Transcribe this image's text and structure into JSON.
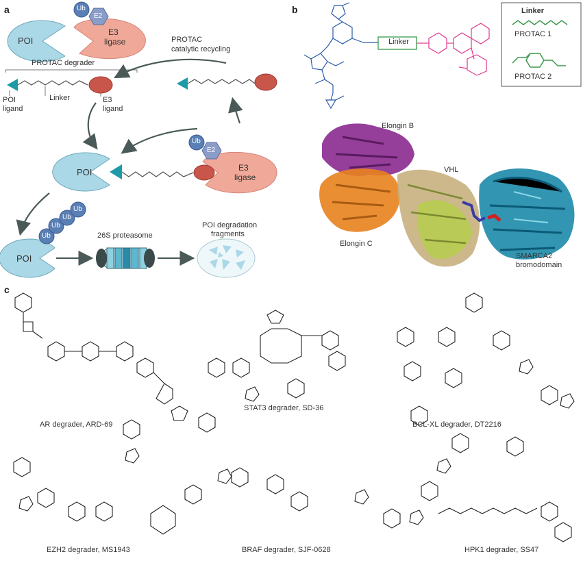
{
  "panels": {
    "a": "a",
    "b": "b",
    "c": "c"
  },
  "panel_a": {
    "ub": "Ub",
    "e2": "E2",
    "poi": "POI",
    "e3_line1": "E3",
    "e3_line2": "ligase",
    "degrader_title": "PROTAC degrader",
    "recycling_line1": "PROTAC",
    "recycling_line2": "catalytic recycling",
    "poi_ligand_line1": "POI",
    "poi_ligand_line2": "ligand",
    "linker": "Linker",
    "e3_ligand_line1": "E3",
    "e3_ligand_line2": "ligand",
    "proteasome": "26S proteasome",
    "fragments_line1": "POI degradation",
    "fragments_line2": "fragments"
  },
  "panel_b": {
    "linker_box": "Linker",
    "linker_title": "Linker",
    "protac1": "PROTAC 1",
    "protac2": "PROTAC 2",
    "elongin_b": "Elongin B",
    "vhl": "VHL",
    "elongin_c": "Elongin C",
    "smarca2_line1": "SMARCA2",
    "smarca2_line2": "bromodomain"
  },
  "panel_c": {
    "degraders": [
      "AR degrader, ARD-69",
      "STAT3 degrader, SD-36",
      "BCL-XL degrader, DT2216",
      "EZH2 degrader, MS1943",
      "BRAF degrader, SJF-0628",
      "HPK1 degrader, SS47"
    ]
  },
  "colors": {
    "poi": "#aad8e6",
    "e3": "#f0a898",
    "ub": "#5a7fb5",
    "e2": "#8a9cc8",
    "warhead": "#1c9aa8",
    "e3_ligand": "#c8564a",
    "arrow": "#4a5a58",
    "vhl_ligand": "#2a5aa8",
    "poi_ligand": "#e03a8c",
    "linker_green": "#3a9a4a"
  }
}
